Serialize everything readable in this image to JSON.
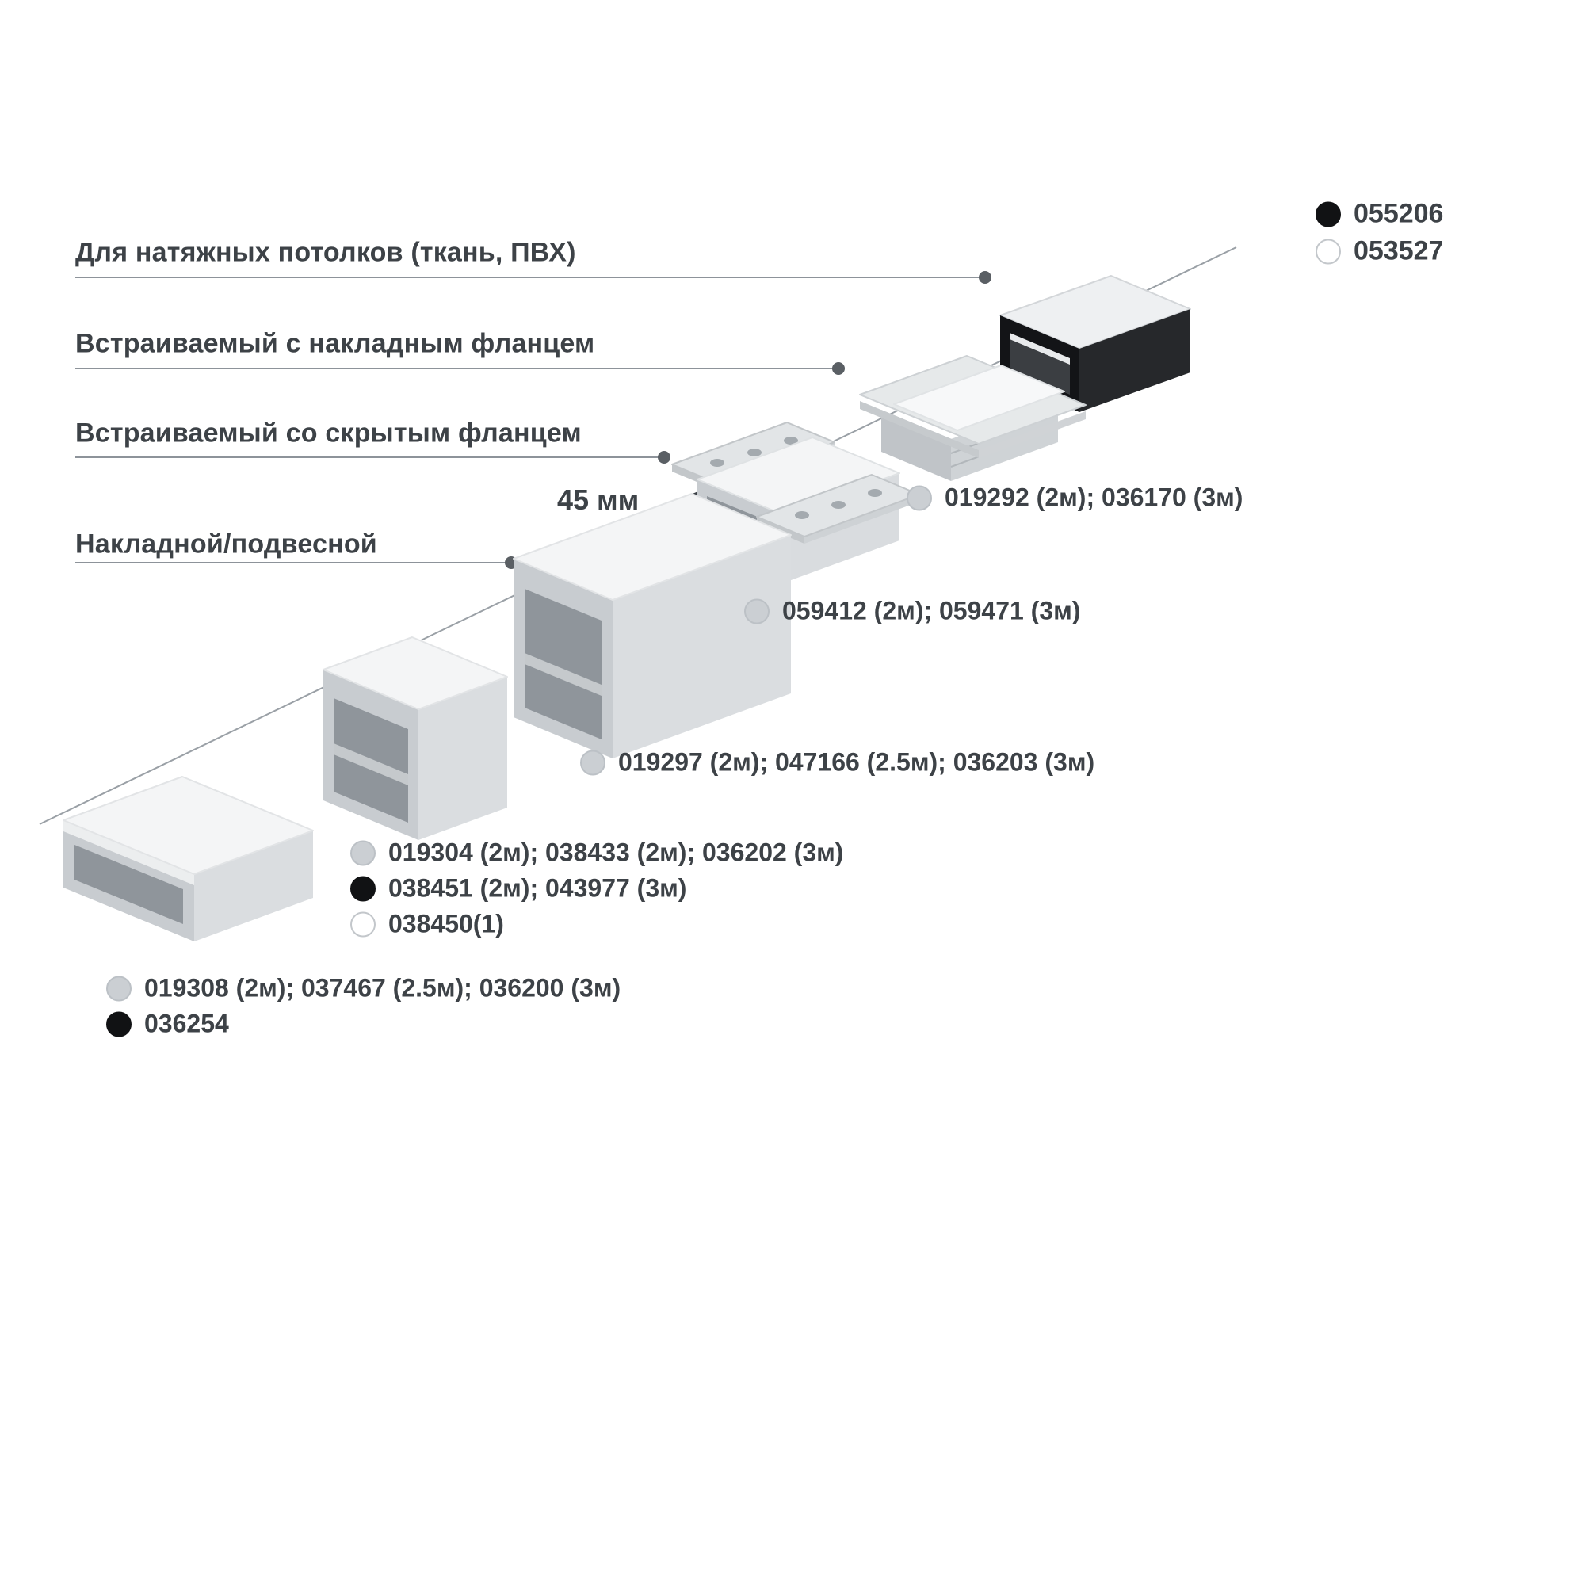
{
  "legend": {
    "items": [
      {
        "dot": "black",
        "code": "055206"
      },
      {
        "dot": "white",
        "code": "053527"
      }
    ]
  },
  "categories": [
    {
      "label": "Для натяжных потолков (ткань, ПВХ)"
    },
    {
      "label": "Встраиваемый с накладным фланцем"
    },
    {
      "label": "Встраиваемый со скрытым фланцем"
    },
    {
      "label": "Накладной/подвесной"
    }
  ],
  "dimension_label": "45 мм",
  "code_labels": [
    {
      "dot": "gray",
      "text": "019292 (2м); 036170 (3м)"
    },
    {
      "dot": "gray",
      "text": "059412 (2м); 059471 (3м)"
    },
    {
      "dot": "gray",
      "text": "019297 (2м); 047166 (2.5м); 036203 (3м)"
    },
    {
      "dot": "gray",
      "text": "019304 (2м); 038433 (2м); 036202 (3м)"
    },
    {
      "dot": "black",
      "text": "038451 (2м); 043977 (3м)"
    },
    {
      "dot": "white",
      "text": "038450(1)"
    },
    {
      "dot": "gray",
      "text": "019308 (2м); 037467 (2.5м); 036200 (3м)"
    },
    {
      "dot": "black",
      "text": "036254"
    }
  ],
  "colors": {
    "text": "#3d4247",
    "line": "#8d939a",
    "marker_gray": "#cbcfd3",
    "marker_black": "#111214",
    "profile_top": "#f4f5f6",
    "profile_side": "#dadde0",
    "profile_end": "#c8ccd0",
    "profile_cavity": "#8f959b",
    "profile_black": "#131417"
  }
}
